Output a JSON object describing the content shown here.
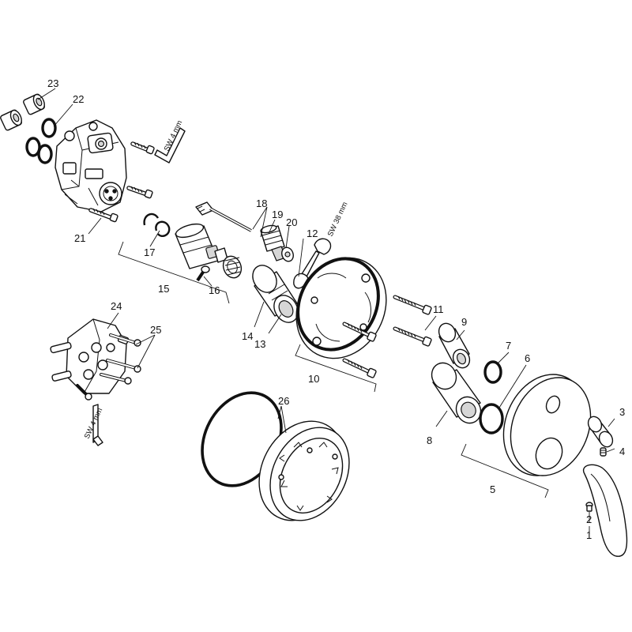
{
  "labels": {
    "l1": "1",
    "l2": "2",
    "l3": "3",
    "l4": "4",
    "l5": "5",
    "l6": "6",
    "l7": "7",
    "l8": "8",
    "l9": "9",
    "l10": "10",
    "l11": "11",
    "l12": "12",
    "l13": "13",
    "l14": "14",
    "l15": "15",
    "l16": "16",
    "l17": "17",
    "l18": "18",
    "l19": "19",
    "l20": "20",
    "l21": "21",
    "l22": "22",
    "l23": "23",
    "l24": "24",
    "l25": "25",
    "l26": "26"
  },
  "wrench_labels": {
    "hex_top": "SW 4 mm",
    "hex_left": "SW 4 mm",
    "spanner": "SW 38 mm"
  }
}
